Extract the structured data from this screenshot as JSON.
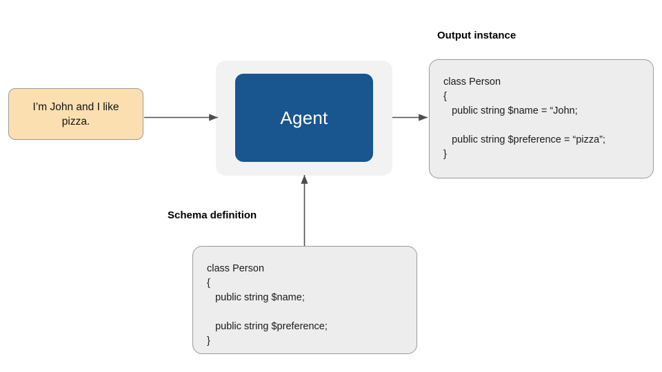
{
  "diagram": {
    "title_hidden": "Agent schema-guided extraction flow",
    "input_node": {
      "name": "input-utterance",
      "text": "I’m John and I like pizza.",
      "fill": "#fbdfb0",
      "border": "#9a9a9a"
    },
    "agent_node": {
      "name": "agent",
      "label": "Agent",
      "fill": "#19558f",
      "text_color": "#ffffff",
      "container_fill": "#f2f2f2"
    },
    "output": {
      "label": "Output instance",
      "code_lines": [
        "class Person",
        "{",
        "   public string $name = “John;",
        "",
        "   public string $preference = “pizza”;",
        "}"
      ]
    },
    "schema": {
      "label": "Schema definition",
      "code_lines": [
        "class Person",
        "{",
        "   public string $name;",
        "",
        "   public string $preference;",
        "}"
      ]
    },
    "arrows": [
      {
        "name": "arrow-input-to-agent",
        "direction": "right"
      },
      {
        "name": "arrow-agent-to-output",
        "direction": "right"
      },
      {
        "name": "arrow-schema-to-agent",
        "direction": "up"
      }
    ],
    "colors": {
      "arrow": "#4d4d4d",
      "code_fill": "#ededed",
      "code_border": "#999999"
    }
  }
}
